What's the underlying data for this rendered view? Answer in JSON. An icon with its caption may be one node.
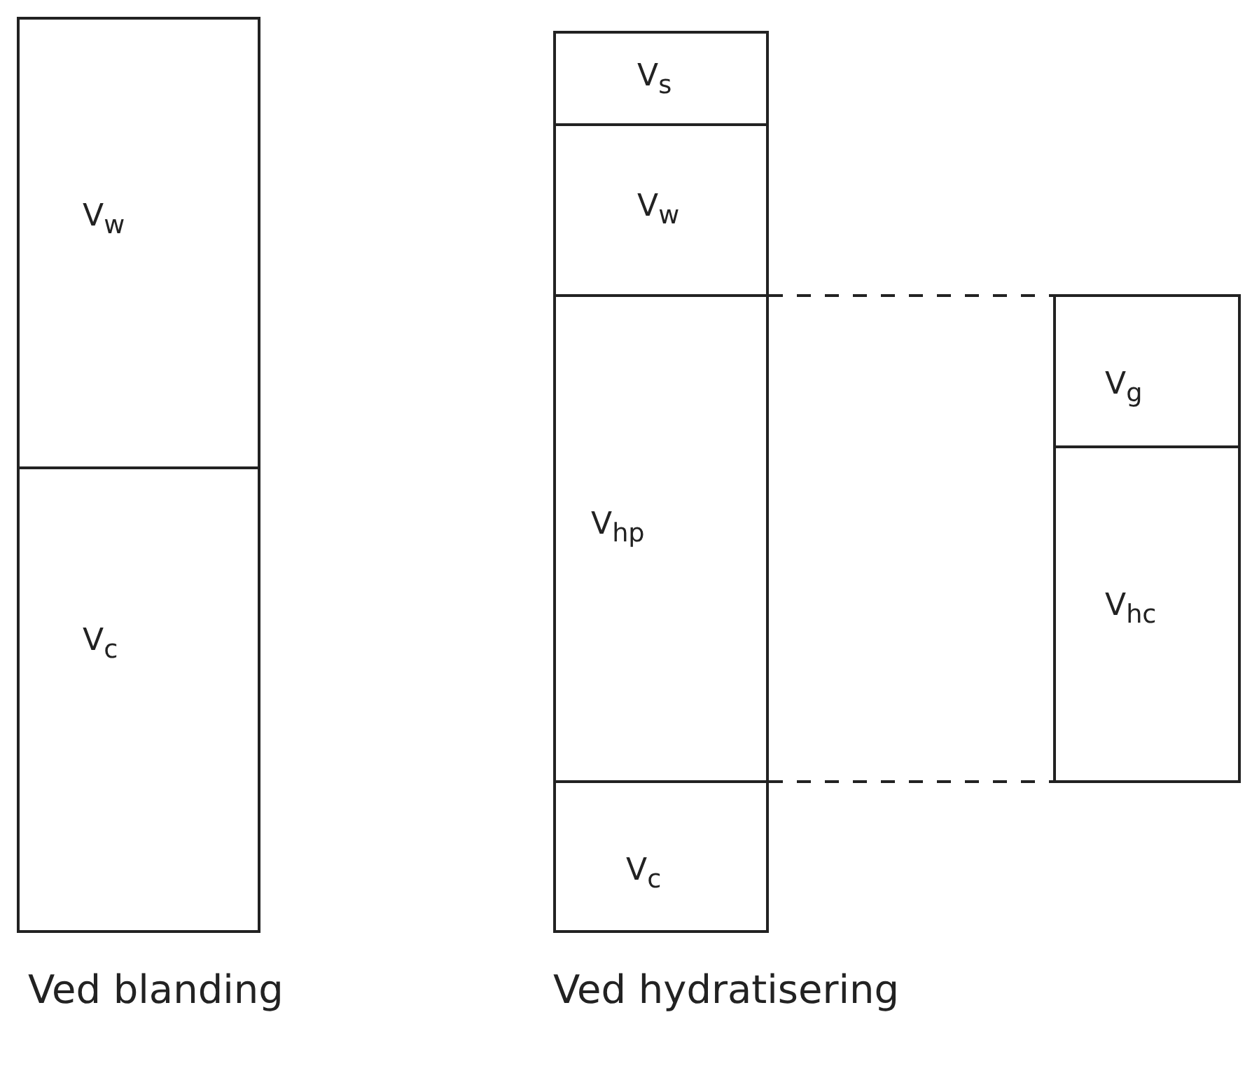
{
  "diagram": {
    "nodes": [
      {
        "text": [
          "V$_{w}$"
        ]
      },
      {
        "text": [
          "V$_{c}$"
        ]
      },
      {
        "text": [
          "V$_{s}$"
        ]
      },
      {
        "text": [
          "V$_{w}$"
        ]
      },
      {
        "text": [
          "V$_{hp}$"
        ]
      },
      {
        "text": [
          "V$_{c}$"
        ]
      },
      {
        "text": [
          "V$_{g}$"
        ]
      },
      {
        "text": [
          "V$_{hc}$"
        ]
      }
    ],
    "edges": [
      {
        "from": 4,
        "to": 6,
        "arrow": "none",
        "style": "dashed"
      },
      {
        "from": 4,
        "to": 7,
        "arrow": "none",
        "style": "dashed"
      }
    ],
    "labels": [
      "Ved blanding",
      "Ved hydratisering"
    ]
  }
}
